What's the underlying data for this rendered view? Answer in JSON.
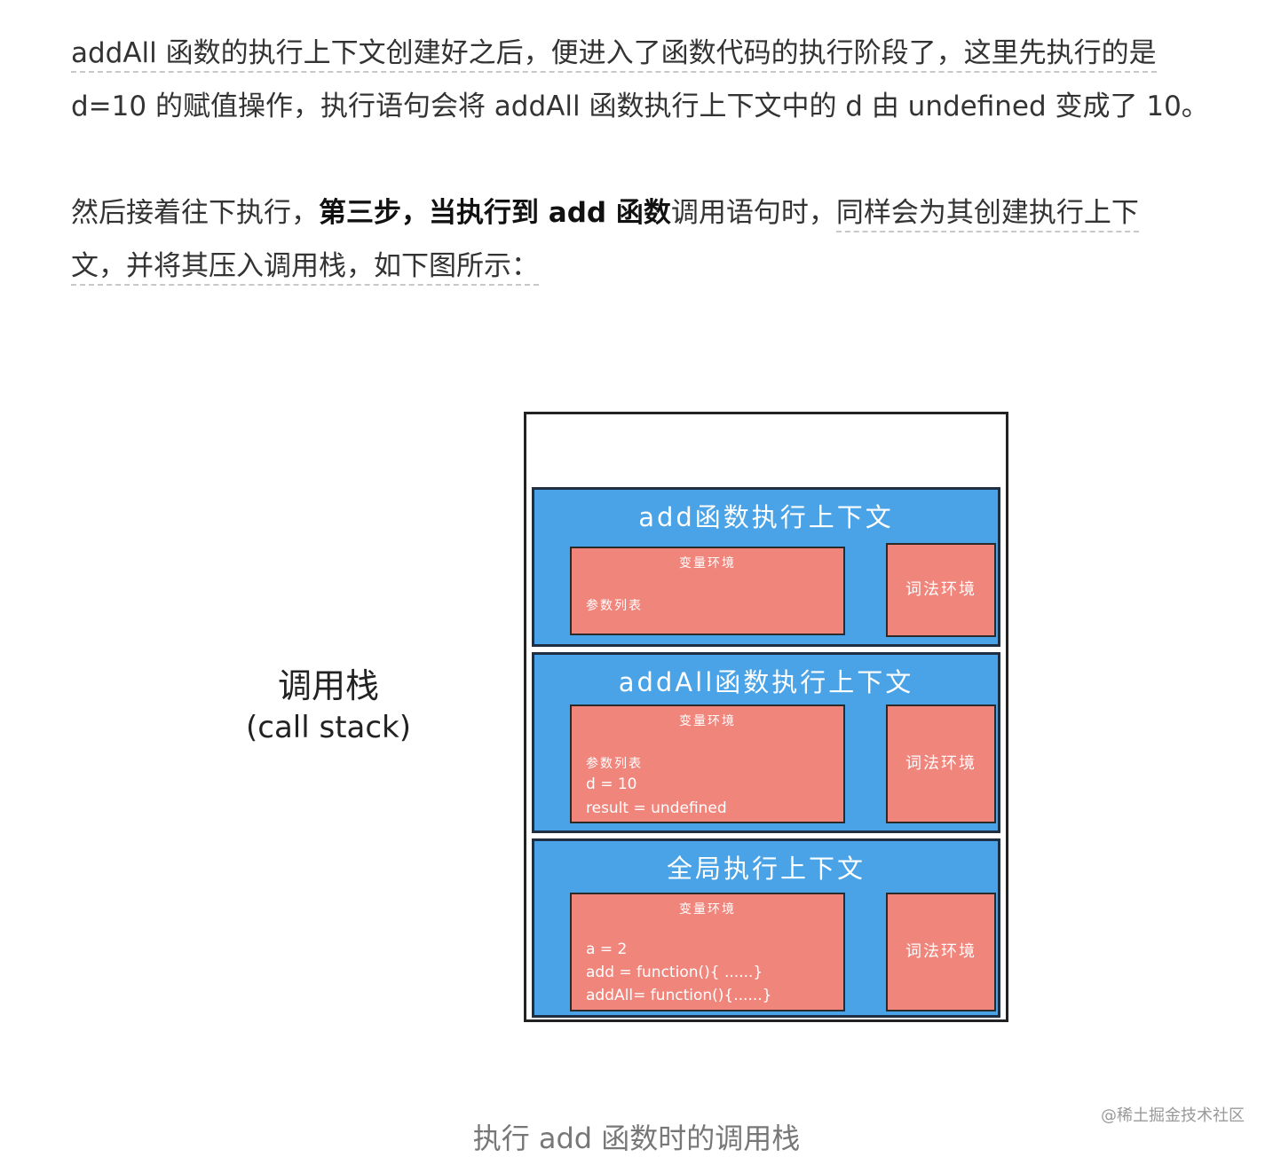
{
  "paragraph1": {
    "line1": "addAll 函数的执行上下文创建好之后，便进入了函数代码的执行阶段了，这里先执行的是",
    "line2": "d=10 的赋值操作，执行语句会将 addAll 函数执行上下文中的 d 由 undefined 变成了 10。"
  },
  "paragraph2": {
    "part1": "然后接着往下执行，",
    "bold": "第三步，当执行到 add 函数",
    "part2": "调用语句时，",
    "part3": "同样会为其创建执行上下",
    "line2": "文，并将其压入调用栈，如下图所示："
  },
  "diagram": {
    "label_cn": "调用栈",
    "label_en": "(call stack)",
    "contexts": [
      {
        "title": "add函数执行上下文",
        "var_env_title": "变量环境",
        "var_lines": [
          "参数列表"
        ],
        "lex_env": "词法环境"
      },
      {
        "title": "addAll函数执行上下文",
        "var_env_title": "变量环境",
        "var_lines": [
          "参数列表",
          "d = 10",
          "result = undefined"
        ],
        "lex_env": "词法环境"
      },
      {
        "title": "全局执行上下文",
        "var_env_title": "变量环境",
        "var_lines": [
          "a = 2",
          "add = function(){ ......}",
          "addAll= function(){......}"
        ],
        "lex_env": "词法环境"
      }
    ]
  },
  "caption": "执行 add 函数时的调用栈",
  "watermark": "@稀土掘金技术社区",
  "colors": {
    "context_blue": "#4aa3e6",
    "env_red": "#f0857c"
  }
}
